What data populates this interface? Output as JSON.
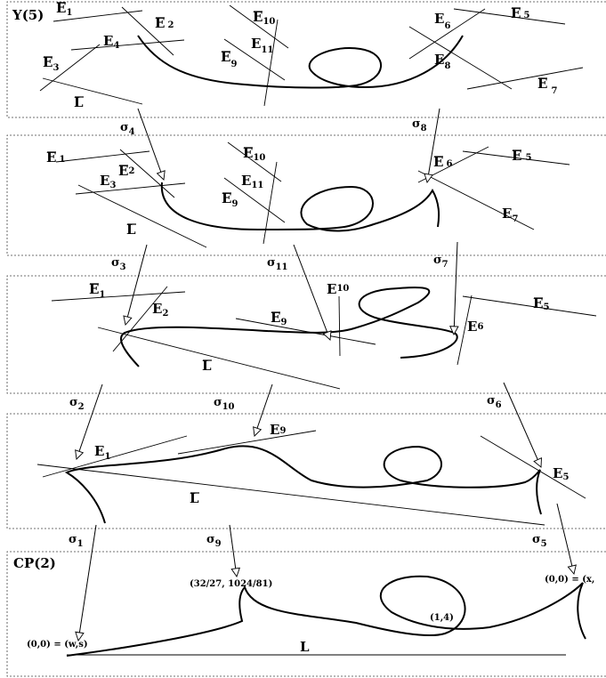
{
  "title_top": "Y(5)",
  "title_bottom": "CP(2)",
  "panel1": {
    "E1": "E",
    "E1s": "1",
    "E2": "E",
    "E2s": "2",
    "E3": "E",
    "E3s": "3",
    "E4": "E",
    "E4s": "4",
    "E5": "E",
    "E5s": "5",
    "E6": "E",
    "E6s": "6",
    "E7": "E",
    "E7s": "7",
    "E8": "E",
    "E8s": "8",
    "E9": "E",
    "E9s": "9",
    "E10": "E",
    "E10s": "10",
    "E11": "E",
    "E11s": "11",
    "L": "L"
  },
  "panel2": {
    "E1": "E",
    "E1s": "1",
    "E2": "E",
    "E2s": "2",
    "E3": "E",
    "E3s": "3",
    "E5": "E",
    "E5s": "5",
    "E6": "E",
    "E6s": "6",
    "E7": "E",
    "E7s": "7",
    "E9": "E",
    "E9s": "9",
    "E10": "E",
    "E10s": "10",
    "E11": "E",
    "E11s": "11",
    "L": "L"
  },
  "panel3": {
    "E1": "E",
    "E1s": "1",
    "E2": "E",
    "E2s": "2",
    "E5": "E",
    "E5s": "5",
    "E6": "E",
    "E6s": "6",
    "E9": "E",
    "E9s": "9",
    "E10": "E",
    "E10s": "10",
    "L": "L"
  },
  "panel4": {
    "E1": "E",
    "E1s": "1",
    "E5": "E",
    "E5s": "5",
    "E9": "E",
    "E9s": "9",
    "L": "L"
  },
  "panel5": {
    "pt_left": "(0,0) = (w,s)",
    "pt_mid": "(32/27, 1024/81)",
    "pt_node": "(1,4)",
    "pt_right": "(0,0) = (x,",
    "L": "L"
  },
  "maps": {
    "s4": "σ",
    "s4n": "4",
    "s8": "σ",
    "s8n": "8",
    "s3": "σ",
    "s3n": "3",
    "s11": "σ",
    "s11n": "11",
    "s7": "σ",
    "s7n": "7",
    "s2": "σ",
    "s2n": "2",
    "s10": "σ",
    "s10n": "10",
    "s6": "σ",
    "s6n": "6",
    "s1": "σ",
    "s1n": "1",
    "s9": "σ",
    "s9n": "9",
    "s5": "σ",
    "s5n": "5"
  }
}
